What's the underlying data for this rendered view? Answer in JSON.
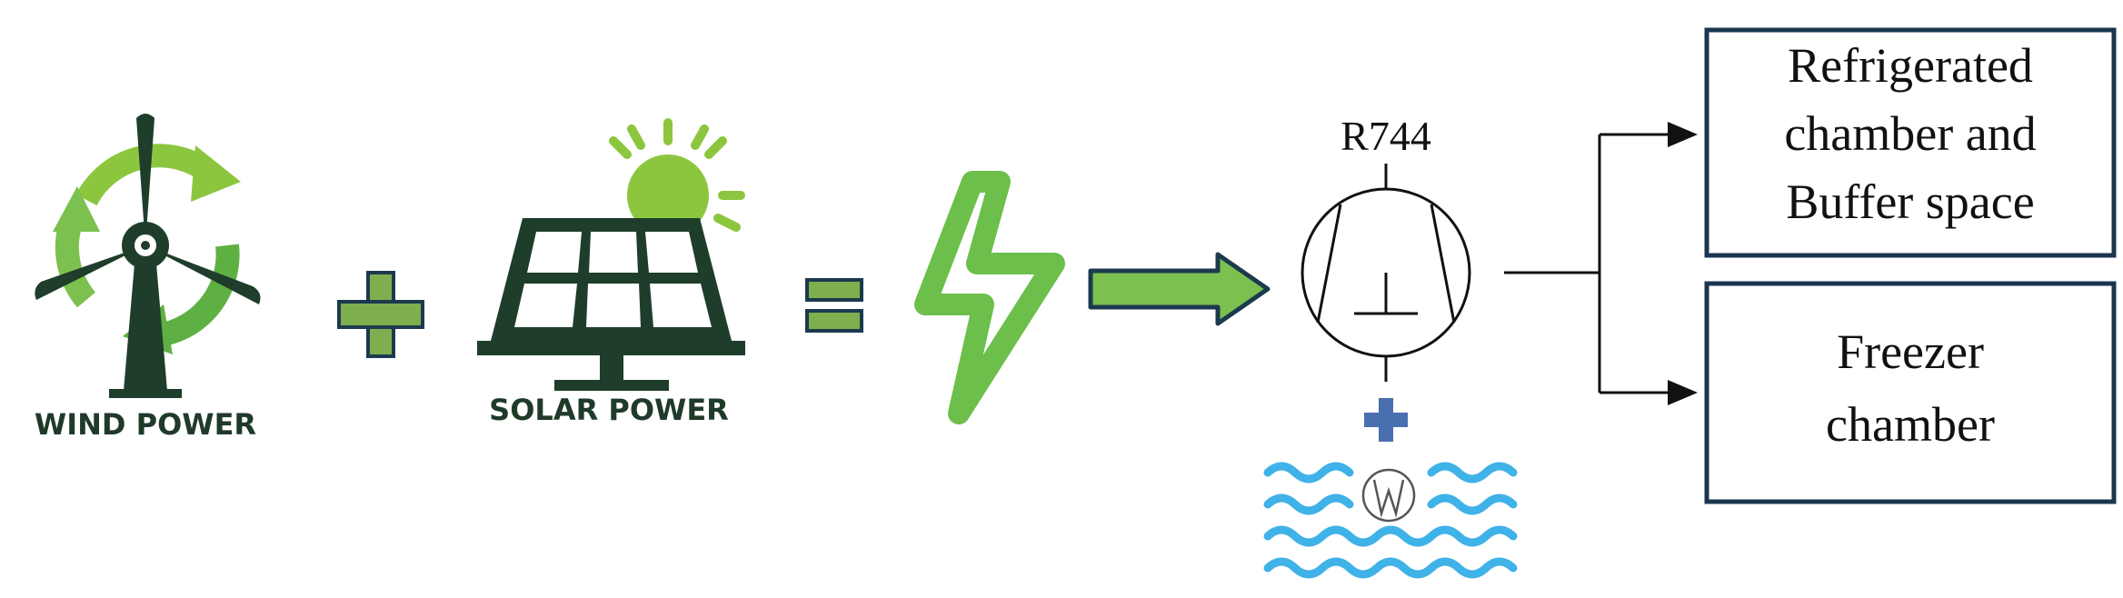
{
  "diagram": {
    "wind_label": "WIND POWER",
    "solar_label": "SOLAR POWER",
    "refrigerant_label": "R744",
    "box_top_lines": [
      "Refrigerated",
      "chamber and",
      "Buffer space"
    ],
    "box_bottom_lines": [
      "Freezer",
      "chamber"
    ]
  },
  "colors": {
    "green_light": "#8cc63f",
    "green_mid": "#6cbf4a",
    "green_dark": "#1f3d2b",
    "arrow_fill": "#7cc04f",
    "arrow_outline": "#1c3a4e",
    "plus_fill": "#7fae4e",
    "box_border": "#1b3550",
    "water_blue": "#3fb2e8",
    "pump_plus": "#4a6fb0"
  },
  "icons": [
    "wind-turbine-icon",
    "solar-panel-icon",
    "lightning-bolt-icon",
    "compressor-icon",
    "water-waves-icon",
    "water-pump-icon"
  ]
}
